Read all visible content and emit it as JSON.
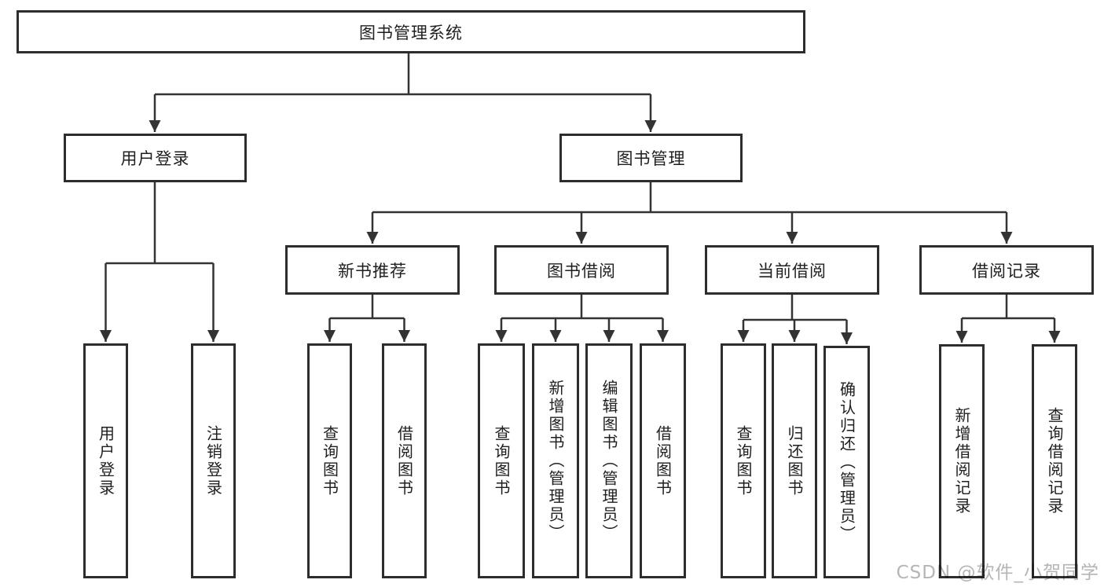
{
  "diagram": {
    "root": {
      "label": "图书管理系统"
    },
    "branches": [
      {
        "label": "用户登录",
        "leaves": [
          "用户登录",
          "注销登录"
        ]
      },
      {
        "label": "图书管理",
        "groups": [
          {
            "label": "新书推荐",
            "leaves": [
              "查询图书",
              "借阅图书"
            ]
          },
          {
            "label": "图书借阅",
            "leaves": [
              "查询图书",
              "新增图书（管理员）",
              "编辑图书（管理员）",
              "借阅图书"
            ]
          },
          {
            "label": "当前借阅",
            "leaves": [
              "查询图书",
              "归还图书",
              "确认归还（管理员）"
            ]
          },
          {
            "label": "借阅记录",
            "leaves": [
              "新增借阅记录",
              "查询借阅记录"
            ]
          }
        ]
      }
    ],
    "watermark": "CSDN @软件_小贺同学",
    "colors": {
      "line": "#333333",
      "border": "#2d2d2d",
      "text": "#1f1f1f",
      "watermark": "#b5b5b5",
      "background": "#ffffff"
    }
  }
}
